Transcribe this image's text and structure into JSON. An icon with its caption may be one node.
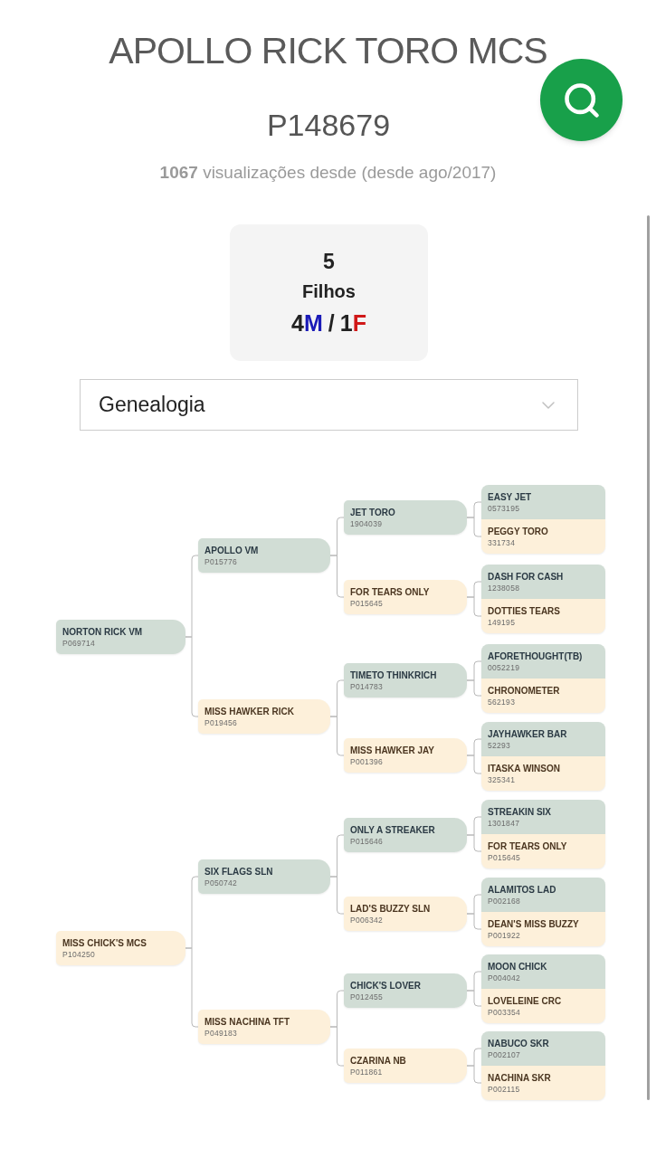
{
  "diagram": {
    "title": "APOLLO RICK TORO MCS",
    "nodes": [
      {
        "text": [
          "NORTON RICK VM",
          "P069714"
        ]
      },
      {
        "text": [
          "APOLLO VM",
          "P015776"
        ]
      },
      {
        "text": [
          "JET TORO",
          "1904039"
        ]
      },
      {
        "text": [
          "EASY JET",
          "0573195"
        ]
      },
      {
        "text": [
          "PEGGY TORO",
          "331734"
        ]
      },
      {
        "text": [
          "FOR TEARS ONLY",
          "P015645"
        ]
      },
      {
        "text": [
          "DASH FOR CASH",
          "1238058"
        ]
      },
      {
        "text": [
          "DOTTIES TEARS",
          "149195"
        ]
      },
      {
        "text": [
          "MISS HAWKER RICK",
          "P019456"
        ]
      },
      {
        "text": [
          "TIMETO THINKRICH",
          "P014783"
        ]
      },
      {
        "text": [
          "AFORETHOUGHT(TB)",
          "0052219"
        ]
      },
      {
        "text": [
          "CHRONOMETER",
          "562193"
        ]
      },
      {
        "text": [
          "MISS HAWKER JAY",
          "P001396"
        ]
      },
      {
        "text": [
          "JAYHAWKER BAR",
          "52293"
        ]
      },
      {
        "text": [
          "ITASKA WINSON",
          "325341"
        ]
      },
      {
        "text": [
          "MISS CHICK'S MCS",
          "P104250"
        ]
      },
      {
        "text": [
          "SIX FLAGS SLN",
          "P050742"
        ]
      },
      {
        "text": [
          "ONLY A STREAKER",
          "P015646"
        ]
      },
      {
        "text": [
          "STREAKIN SIX",
          "1301847"
        ]
      },
      {
        "text": [
          "FOR TEARS ONLY",
          "P015645"
        ]
      },
      {
        "text": [
          "LAD'S BUZZY SLN",
          "P006342"
        ]
      },
      {
        "text": [
          "ALAMITOS LAD",
          "P002168"
        ]
      },
      {
        "text": [
          "DEAN'S MISS BUZZY",
          "P001922"
        ]
      },
      {
        "text": [
          "MISS NACHINA TFT",
          "P049183"
        ]
      },
      {
        "text": [
          "CHICK'S LOVER",
          "P012455"
        ]
      },
      {
        "text": [
          "MOON CHICK",
          "P004042"
        ]
      },
      {
        "text": [
          "LOVELEINE CRC",
          "P003354"
        ]
      },
      {
        "text": [
          "CZARINA NB",
          "P011861"
        ]
      },
      {
        "text": [
          "NABUCO SKR",
          "P002107"
        ]
      },
      {
        "text": [
          "NACHINA SKR",
          "P002115"
        ]
      }
    ],
    "edges": [
      {
        "from": 0,
        "to": 1,
        "arrow": "none"
      },
      {
        "from": 0,
        "to": 8,
        "arrow": "none"
      },
      {
        "from": 1,
        "to": 2,
        "arrow": "none"
      },
      {
        "from": 1,
        "to": 5,
        "arrow": "none"
      },
      {
        "from": 2,
        "to": 3,
        "arrow": "none"
      },
      {
        "from": 2,
        "to": 4,
        "arrow": "none"
      },
      {
        "from": 5,
        "to": 6,
        "arrow": "none"
      },
      {
        "from": 5,
        "to": 7,
        "arrow": "none"
      },
      {
        "from": 8,
        "to": 9,
        "arrow": "none"
      },
      {
        "from": 8,
        "to": 12,
        "arrow": "none"
      },
      {
        "from": 9,
        "to": 10,
        "arrow": "none"
      },
      {
        "from": 9,
        "to": 11,
        "arrow": "none"
      },
      {
        "from": 12,
        "to": 13,
        "arrow": "none"
      },
      {
        "from": 12,
        "to": 14,
        "arrow": "none"
      },
      {
        "from": 15,
        "to": 16,
        "arrow": "none"
      },
      {
        "from": 15,
        "to": 23,
        "arrow": "none"
      },
      {
        "from": 16,
        "to": 17,
        "arrow": "none"
      },
      {
        "from": 16,
        "to": 20,
        "arrow": "none"
      },
      {
        "from": 17,
        "to": 18,
        "arrow": "none"
      },
      {
        "from": 17,
        "to": 19,
        "arrow": "none"
      },
      {
        "from": 20,
        "to": 21,
        "arrow": "none"
      },
      {
        "from": 20,
        "to": 22,
        "arrow": "none"
      },
      {
        "from": 23,
        "to": 24,
        "arrow": "none"
      },
      {
        "from": 23,
        "to": 27,
        "arrow": "none"
      },
      {
        "from": 24,
        "to": 25,
        "arrow": "none"
      },
      {
        "from": 24,
        "to": 26,
        "arrow": "none"
      },
      {
        "from": 27,
        "to": 28,
        "arrow": "none"
      },
      {
        "from": 27,
        "to": 29,
        "arrow": "none"
      }
    ],
    "labels": [
      "P148679",
      "**1067** visualizações desde (desde ago/2017)",
      "5",
      "Filhos",
      "4",
      "M",
      "/",
      "1",
      "F",
      "Genealogia"
    ]
  }
}
